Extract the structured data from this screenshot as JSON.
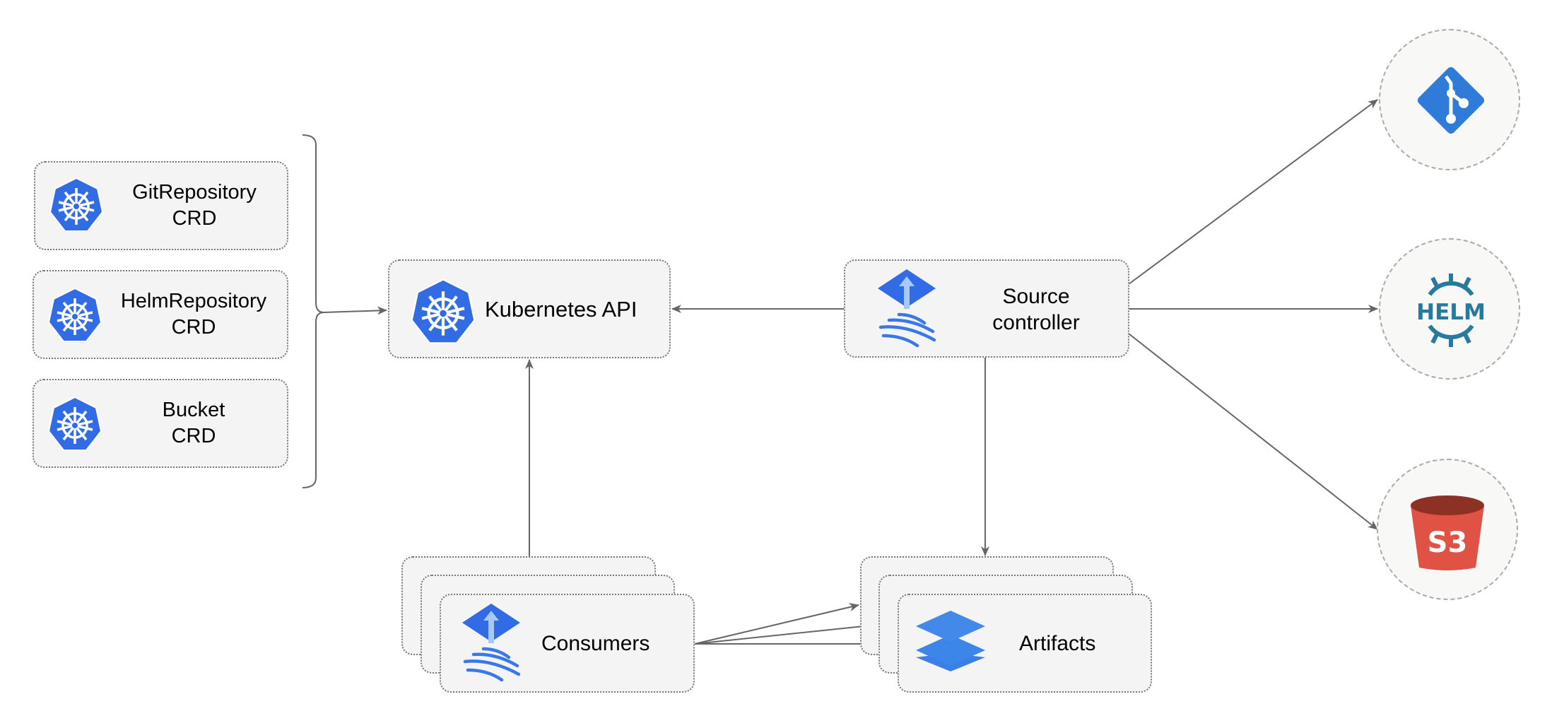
{
  "crds": [
    {
      "name": "GitRepository",
      "kind": "CRD",
      "icon": "kubernetes-icon"
    },
    {
      "name": "HelmRepository",
      "kind": "CRD",
      "icon": "kubernetes-icon"
    },
    {
      "name": "Bucket",
      "kind": "CRD",
      "icon": "kubernetes-icon"
    }
  ],
  "kubernetes_api": {
    "label": "Kubernetes API",
    "icon": "kubernetes-icon"
  },
  "source_controller": {
    "line1": "Source",
    "line2": "controller",
    "icon": "flux-icon"
  },
  "consumers": {
    "label": "Consumers",
    "icon": "flux-icon"
  },
  "artifacts": {
    "label": "Artifacts",
    "icon": "layers-icon"
  },
  "sources": [
    {
      "icon": "git-icon",
      "color": "#2f7bd9"
    },
    {
      "icon": "helm-icon",
      "label": "HELM",
      "color": "#277a9f"
    },
    {
      "icon": "s3-bucket-icon",
      "label": "S3",
      "color": "#e05243"
    }
  ],
  "colors": {
    "kubernetes": "#326ce5",
    "edge": "#666666",
    "node_fill": "#f4f4f4"
  }
}
